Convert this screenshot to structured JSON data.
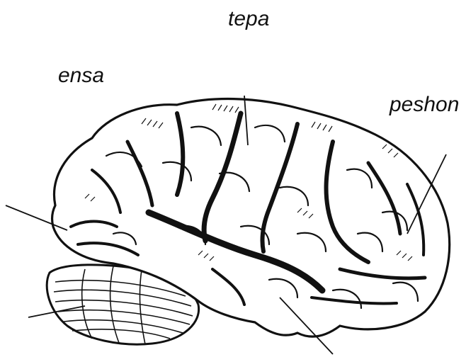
{
  "diagram": {
    "labels": {
      "tepa": "tepa",
      "ensa": "ensa",
      "peshon": "peshon"
    },
    "colors": {
      "ink": "#111111",
      "paper": "#ffffff"
    }
  }
}
